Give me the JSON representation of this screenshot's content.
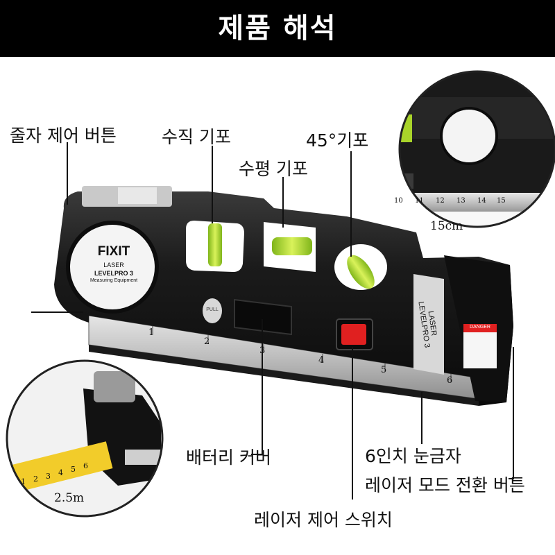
{
  "header": {
    "title": "제품 해석"
  },
  "product": {
    "brand": "FIXIT",
    "line1": "LASER",
    "line2": "LEVELPRO 3",
    "line3": "Measuring Equipment",
    "side_text": "LASER LEVELPRO 3",
    "danger": "DANGER",
    "pull": "PULL",
    "ruler_marks": [
      "1",
      "2",
      "3",
      "4",
      "5",
      "6"
    ],
    "inset_ruler_marks": [
      "10",
      "11",
      "12",
      "13",
      "14",
      "15"
    ],
    "tape_marks": [
      "1",
      "2",
      "3",
      "4",
      "5",
      "6"
    ]
  },
  "callouts": {
    "tape_button": "줄자 제어 버튼",
    "vertical_bubble": "수직 기포",
    "horizontal_bubble": "수평 기포",
    "bubble_45": "45°기포",
    "battery_cover": "배터리 커버",
    "ruler_6in": "6인치 눈금자",
    "laser_mode_button": "레이저 모드 전환 버튼",
    "laser_switch": "레이저 제어 스위치"
  },
  "insets": {
    "top_right_scale": "15cm",
    "bottom_left_scale": "2.5m"
  },
  "colors": {
    "header_bg": "#000000",
    "device_body": "#151515",
    "bubble_green": "#b6e02a",
    "switch_red": "#e02020",
    "ruler_silver": "#c9c9c9"
  }
}
